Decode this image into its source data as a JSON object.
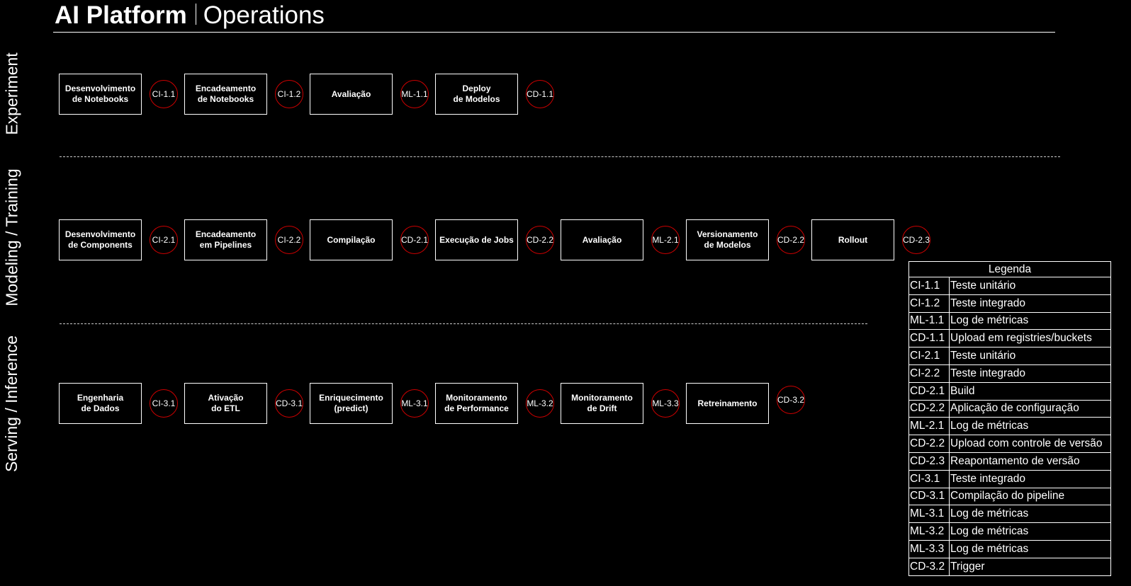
{
  "header": {
    "title_bold": "AI Platform",
    "title_light": "Operations"
  },
  "lanes": [
    {
      "label": "Experiment",
      "steps": [
        {
          "label": "Desenvolvimento\nde Notebooks",
          "badge": "CI-1.1"
        },
        {
          "label": "Encadeamento\nde Notebooks",
          "badge": "CI-1.2"
        },
        {
          "label": "Avaliação",
          "badge": "ML-1.1"
        },
        {
          "label": "Deploy\nde Modelos",
          "badge": "CD-1.1"
        }
      ]
    },
    {
      "label": "Modeling / Training",
      "steps": [
        {
          "label": "Desenvolvimento\nde Components",
          "badge": "CI-2.1"
        },
        {
          "label": "Encadeamento\nem Pipelines",
          "badge": "CI-2.2"
        },
        {
          "label": "Compilação",
          "badge": "CD-2.1"
        },
        {
          "label": "Execução de Jobs",
          "badge": "CD-2.2"
        },
        {
          "label": "Avaliação",
          "badge": "ML-2.1"
        },
        {
          "label": "Versionamento\nde Modelos",
          "badge": "CD-2.2"
        },
        {
          "label": "Rollout",
          "badge": "CD-2.3"
        }
      ]
    },
    {
      "label": "Serving / Inference",
      "steps": [
        {
          "label": "Engenharia\nde Dados",
          "badge": "CI-3.1"
        },
        {
          "label": "Ativação\ndo ETL",
          "badge": "CD-3.1"
        },
        {
          "label": "Enriquecimento\n(predict)",
          "badge": "ML-3.1"
        },
        {
          "label": "Monitoramento\nde Performance",
          "badge": "ML-3.2"
        },
        {
          "label": "Monitoramento\nde Drift",
          "badge": "ML-3.3"
        },
        {
          "label": "Retreinamento",
          "badge": "CD-3.2"
        }
      ]
    }
  ],
  "legend": {
    "title": "Legenda",
    "rows": [
      {
        "code": "CI-1.1",
        "desc": "Teste unitário"
      },
      {
        "code": "CI-1.2",
        "desc": "Teste integrado"
      },
      {
        "code": "ML-1.1",
        "desc": "Log de métricas"
      },
      {
        "code": "CD-1.1",
        "desc": "Upload em registries/buckets"
      },
      {
        "code": "CI-2.1",
        "desc": "Teste unitário"
      },
      {
        "code": "CI-2.2",
        "desc": "Teste integrado"
      },
      {
        "code": "CD-2.1",
        "desc": "Build"
      },
      {
        "code": "CD-2.2",
        "desc": "Aplicação de configuração"
      },
      {
        "code": "ML-2.1",
        "desc": "Log de métricas"
      },
      {
        "code": "CD-2.2",
        "desc": "Upload com controle de versão"
      },
      {
        "code": "CD-2.3",
        "desc": "Reapontamento de versão"
      },
      {
        "code": "CI-3.1",
        "desc": "Teste integrado"
      },
      {
        "code": "CD-3.1",
        "desc": "Compilação do pipeline"
      },
      {
        "code": "ML-3.1",
        "desc": "Log de métricas"
      },
      {
        "code": "ML-3.2",
        "desc": "Log de métricas"
      },
      {
        "code": "ML-3.3",
        "desc": "Log de métricas"
      },
      {
        "code": "CD-3.2",
        "desc": "Trigger"
      }
    ]
  }
}
